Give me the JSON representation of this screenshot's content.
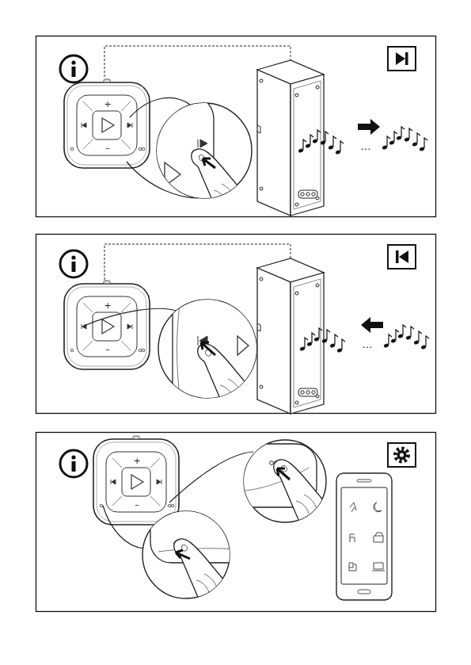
{
  "diagram": {
    "labels": [
      "+",
      "–",
      "…",
      "+",
      "–",
      "…",
      "+",
      "–"
    ]
  }
}
